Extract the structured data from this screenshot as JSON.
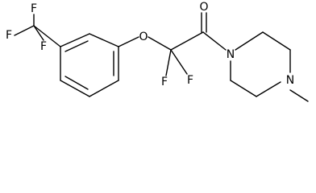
{
  "molecule": {
    "atoms": {
      "f_top": "F",
      "f_left": "F",
      "f_bottom": "F",
      "o_ether": "O",
      "f_alpha_left": "F",
      "f_alpha_right": "F",
      "o_carbonyl": "O",
      "n_amide": "N",
      "n_methyl": "N"
    }
  }
}
